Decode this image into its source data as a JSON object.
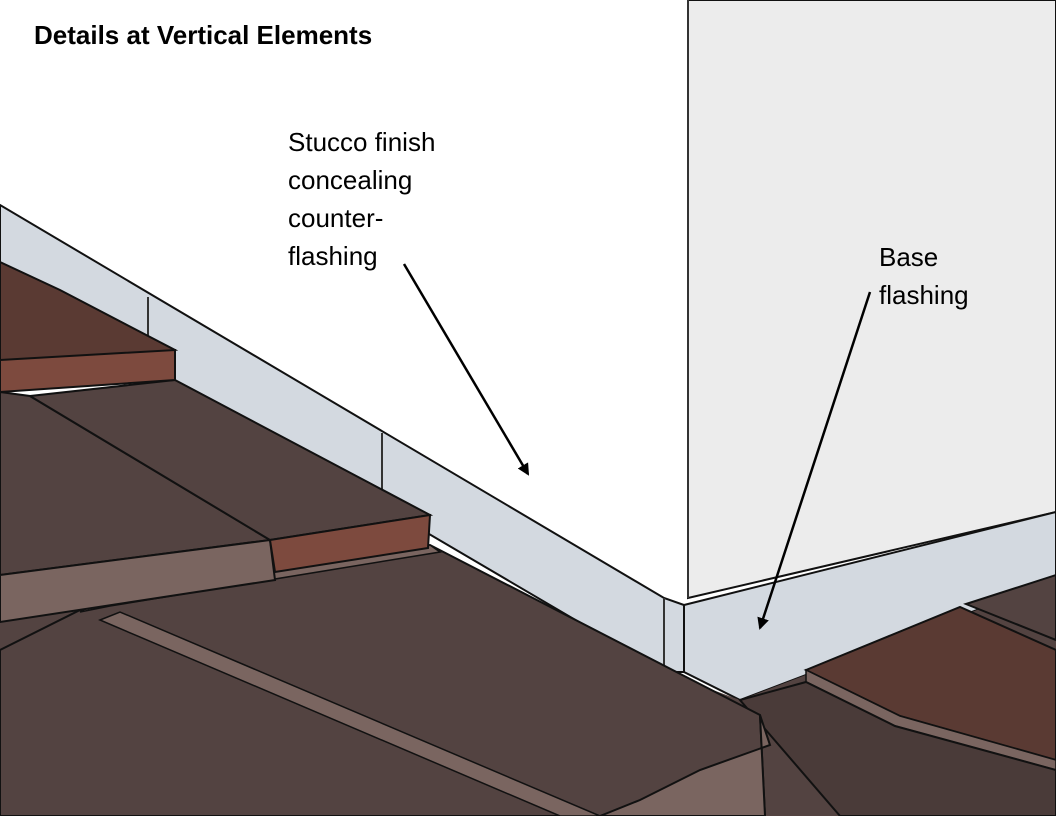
{
  "title": "Details at Vertical Elements",
  "callouts": {
    "stucco": {
      "lines": [
        "Stucco finish",
        "concealing",
        "counter-",
        "flashing"
      ]
    },
    "base": {
      "lines": [
        "Base",
        "flashing"
      ]
    }
  },
  "colors": {
    "stucco_wall": "#ffffff",
    "stucco_wall_side": "#ececec",
    "flashing": "#d3d9e0",
    "roof_tile_dark": "#534341",
    "roof_tile_red": "#7d4a3e",
    "roof_tile_edge": "#7a6560",
    "outline": "#111111"
  }
}
